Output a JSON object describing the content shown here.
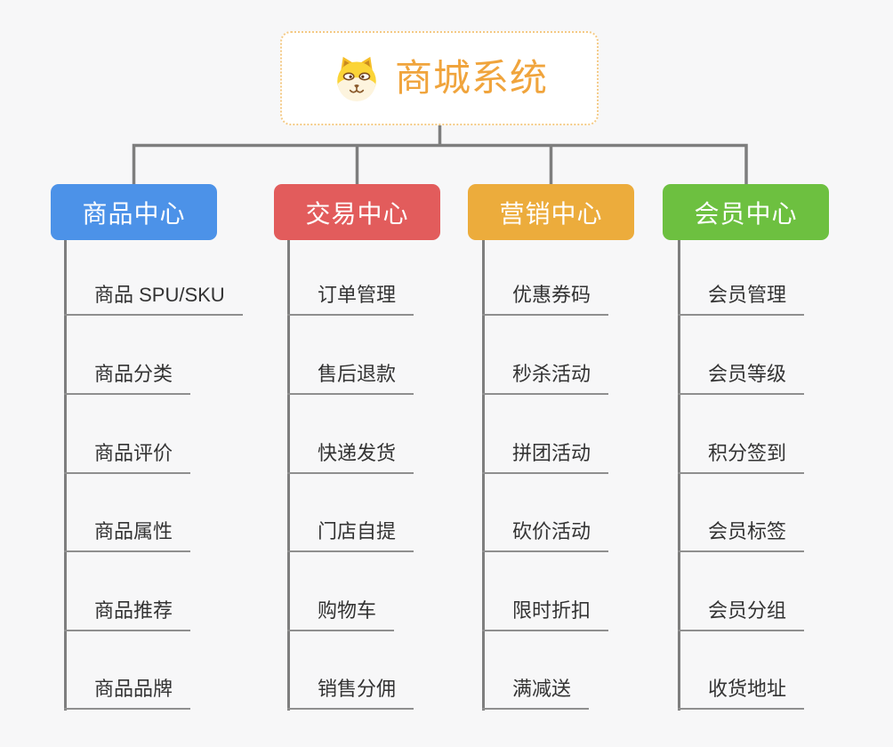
{
  "canvas": {
    "background": "#F7F7F8",
    "connector_color": "#7E7E7E",
    "underline_color": "#8F8F8F",
    "item_text_color": "#333333"
  },
  "root": {
    "title": "商城系统",
    "title_color": "#F0A43C",
    "border_color": "#F4CA85",
    "background": "#FFFFFF",
    "icon": "dog-icon"
  },
  "branches": [
    {
      "label": "商品中心",
      "color": "#4C92E8",
      "items": [
        "商品 SPU/SKU",
        "商品分类",
        "商品评价",
        "商品属性",
        "商品推荐",
        "商品品牌"
      ]
    },
    {
      "label": "交易中心",
      "color": "#E25C5C",
      "items": [
        "订单管理",
        "售后退款",
        "快递发货",
        "门店自提",
        "购物车",
        "销售分佣"
      ]
    },
    {
      "label": "营销中心",
      "color": "#ECAC3C",
      "items": [
        "优惠券码",
        "秒杀活动",
        "拼团活动",
        "砍价活动",
        "限时折扣",
        "满减送"
      ]
    },
    {
      "label": "会员中心",
      "color": "#6DC040",
      "items": [
        "会员管理",
        "会员等级",
        "积分签到",
        "会员标签",
        "会员分组",
        "收货地址"
      ]
    }
  ]
}
